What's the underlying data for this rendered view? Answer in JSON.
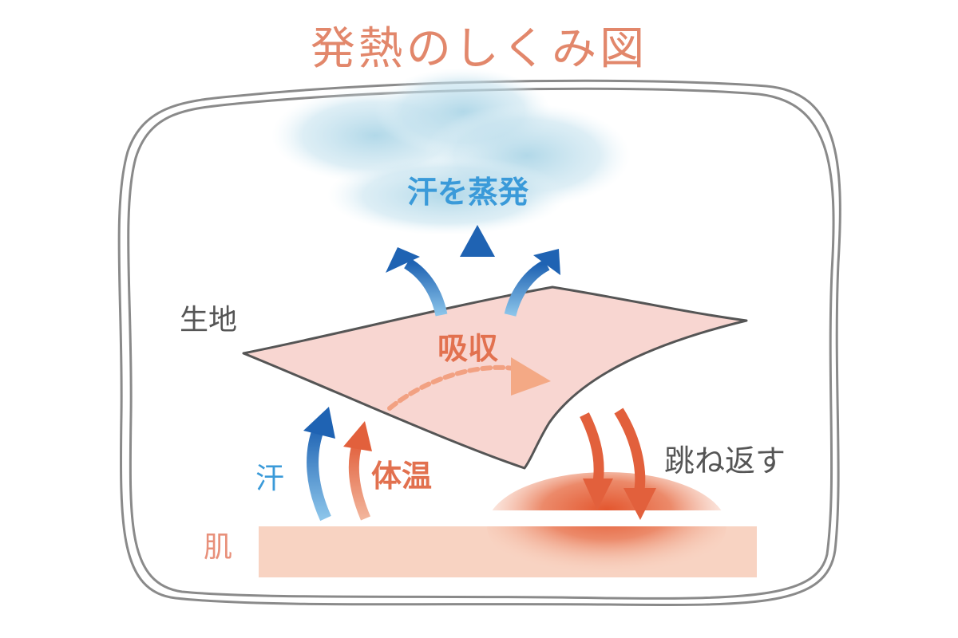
{
  "title": "発熱のしくみ図",
  "labels": {
    "evaporate": "汗を蒸発",
    "fabric": "生地",
    "absorb": "吸収",
    "sweat": "汗",
    "body_heat": "体温",
    "bounce_back": "跳ね返す",
    "skin": "肌"
  },
  "colors": {
    "title": "#e2876b",
    "blue": "#3a9ad9",
    "dark_blue": "#1f63b3",
    "orange": "#e2714f",
    "fabric_fill": "#f8d6d1",
    "skin_fill": "#f8d3c2",
    "frame": "#8a8a8a"
  }
}
